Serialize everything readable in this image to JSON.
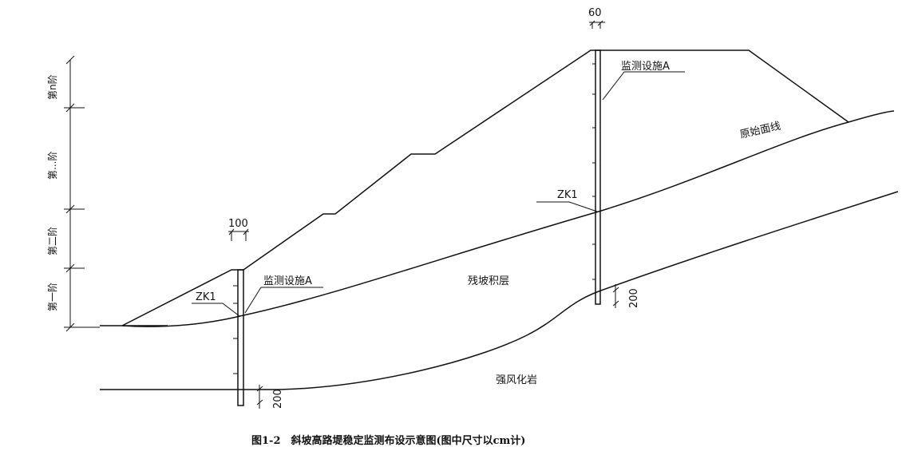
{
  "labels": {
    "dim_top": "60",
    "dim_left": "100",
    "monitor_a_right": "监测设施A",
    "monitor_a_left": "监测设施A",
    "zk1_right": "ZK1",
    "zk1_left": "ZK1",
    "original_ground": "原始面线",
    "residual_layer": "残坡积层",
    "weathered_rock": "强风化岩",
    "depth_right": "200",
    "depth_left": "200"
  },
  "steps": {
    "step_n": "第n阶",
    "step_dots": "第...阶",
    "step_2": "第二阶",
    "step_1": "第一阶"
  },
  "caption": "图1-2　斜坡高路堤稳定监测布设示意图(图中尺寸以cm计)"
}
